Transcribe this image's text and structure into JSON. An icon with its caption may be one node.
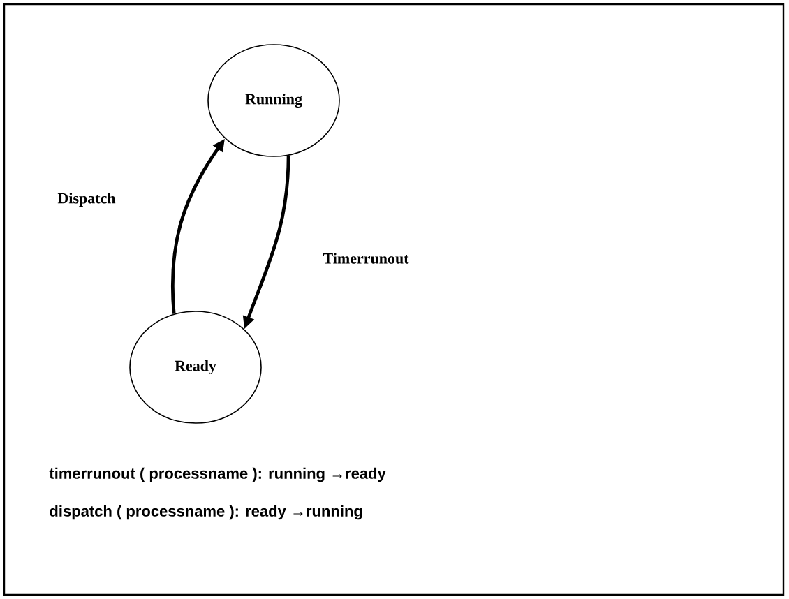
{
  "diagram": {
    "nodes": [
      {
        "text": [
          "Running"
        ]
      },
      {
        "text": [
          "Ready"
        ]
      }
    ],
    "edges": [
      {
        "from": 1,
        "to": 0,
        "arrow": "to",
        "label": "Dispatch"
      },
      {
        "from": 0,
        "to": 1,
        "arrow": "to",
        "label": "Timerrunout"
      }
    ],
    "labels": [
      "timerrunout ( processname ): running →ready",
      "dispatch ( processname ): ready →running"
    ]
  }
}
